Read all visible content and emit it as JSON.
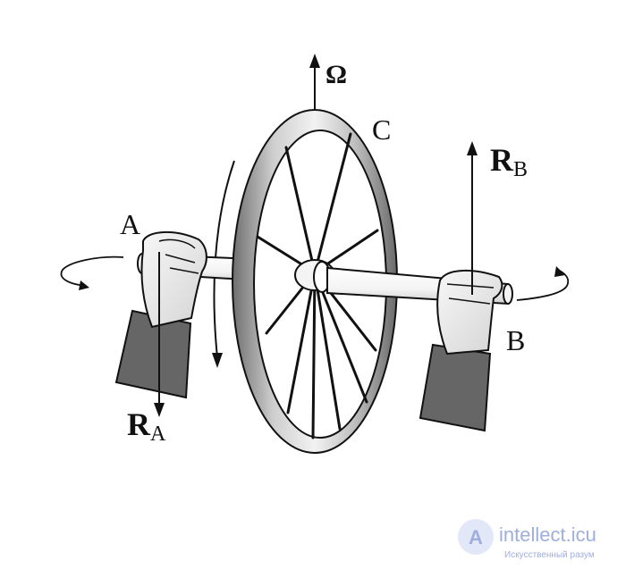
{
  "labels": {
    "omega": "Ω",
    "point_a": "A",
    "point_b": "B",
    "point_c": "C",
    "force_a_main": "R",
    "force_a_sub": "A",
    "force_b_main": "R",
    "force_b_sub": "B"
  },
  "watermark": {
    "site": "intellect.icu",
    "tagline": "Искусственный разум",
    "logo_letter": "A"
  },
  "colors": {
    "ink": "#111111",
    "sleeve": "#666666",
    "hand": "#eeeeee",
    "axle": "#f6f6f6",
    "watermark": "#8fa0d8"
  }
}
